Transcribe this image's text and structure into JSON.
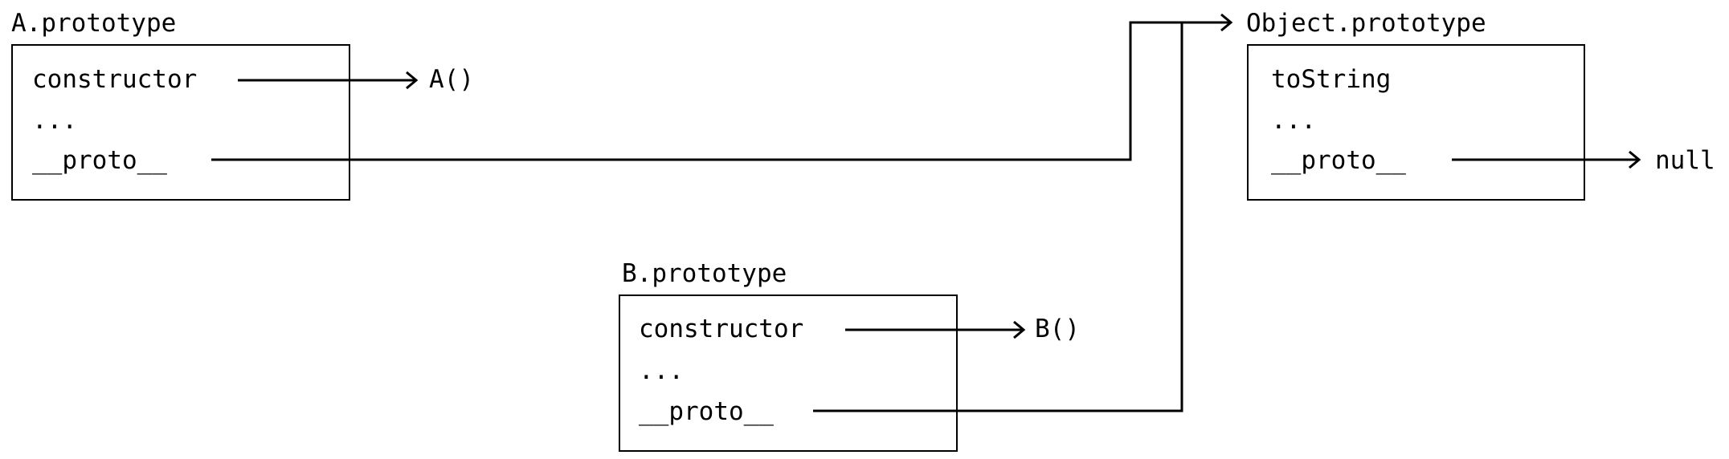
{
  "a_proto": {
    "title": "A.prototype",
    "constructor": "constructor",
    "ellipsis": "...",
    "proto": "__proto__",
    "target": "A()"
  },
  "b_proto": {
    "title": "B.prototype",
    "constructor": "constructor",
    "ellipsis": "...",
    "proto": "__proto__",
    "target": "B()"
  },
  "object_proto": {
    "title": "Object.prototype",
    "method": "toString",
    "ellipsis": "...",
    "proto": "__proto__",
    "target": "null"
  }
}
